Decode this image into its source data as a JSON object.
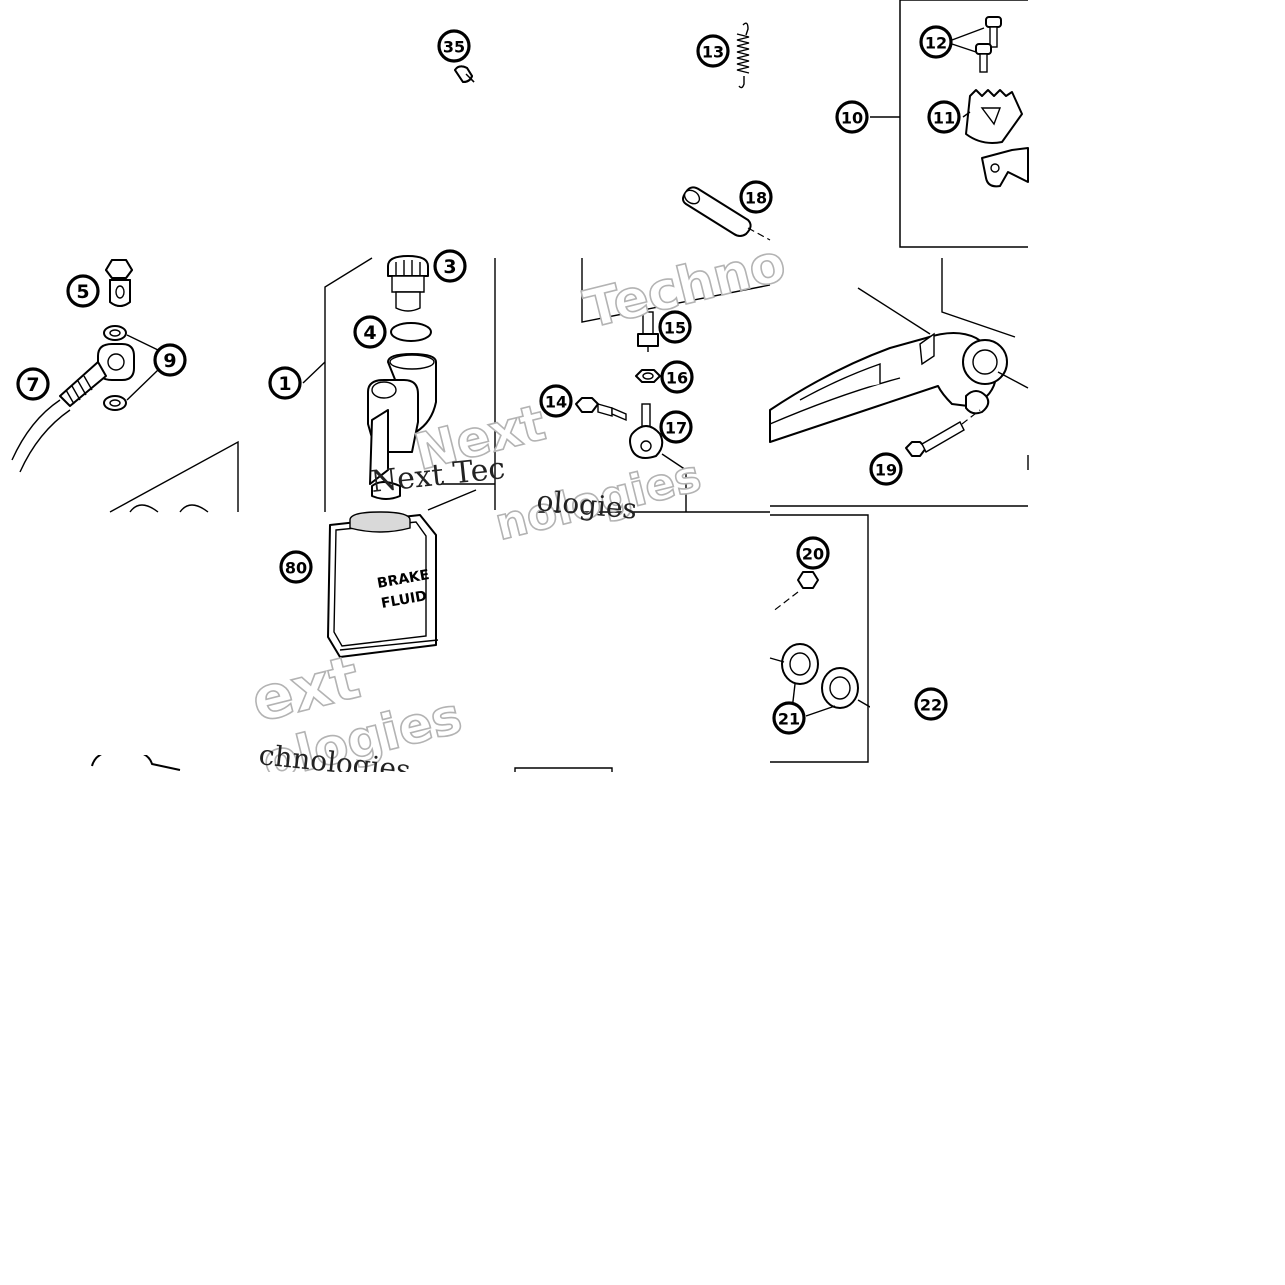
{
  "callouts": [
    {
      "id": "1",
      "label": "1"
    },
    {
      "id": "3",
      "label": "3"
    },
    {
      "id": "4",
      "label": "4"
    },
    {
      "id": "5",
      "label": "5"
    },
    {
      "id": "7",
      "label": "7"
    },
    {
      "id": "9",
      "label": "9"
    },
    {
      "id": "10",
      "label": "10"
    },
    {
      "id": "11",
      "label": "11"
    },
    {
      "id": "12",
      "label": "12"
    },
    {
      "id": "13",
      "label": "13"
    },
    {
      "id": "14",
      "label": "14"
    },
    {
      "id": "15",
      "label": "15"
    },
    {
      "id": "16",
      "label": "16"
    },
    {
      "id": "17",
      "label": "17"
    },
    {
      "id": "18",
      "label": "18"
    },
    {
      "id": "19",
      "label": "19"
    },
    {
      "id": "20",
      "label": "20"
    },
    {
      "id": "21",
      "label": "21"
    },
    {
      "id": "22",
      "label": "22"
    },
    {
      "id": "35",
      "label": "35"
    },
    {
      "id": "80",
      "label": "80"
    }
  ],
  "can": {
    "line1": "BRAKE",
    "line2": "FLUID"
  },
  "watermarks": {
    "techno": "Techno",
    "next": "Next",
    "nologies": "nologies",
    "next_tech": "Next Tec",
    "ologies": "ologies",
    "ext": "ext",
    "ologies2": "ologies",
    "chnologies": "chnologies"
  }
}
